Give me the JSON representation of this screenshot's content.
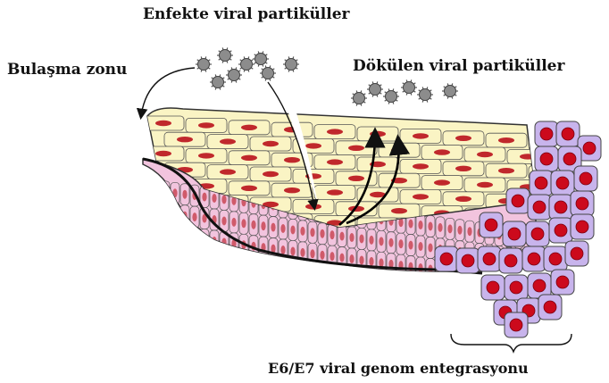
{
  "labels": {
    "infected_particles": "Enfekte viral partiküller",
    "infection_zone": "Bulaşma zonu",
    "shed_particles": "Dökülen viral partiküller",
    "genome_integration": "E6/E7 viral genom entegrasyonu"
  },
  "colors": {
    "upper_cell": "#faf4c4",
    "lower_cell": "#f2c4de",
    "tumor_cell": "#c8b4ec",
    "nucleus": "#c0282c",
    "tumor_nucleus": "#cc0a1c",
    "virion": "#8c8c8c"
  }
}
